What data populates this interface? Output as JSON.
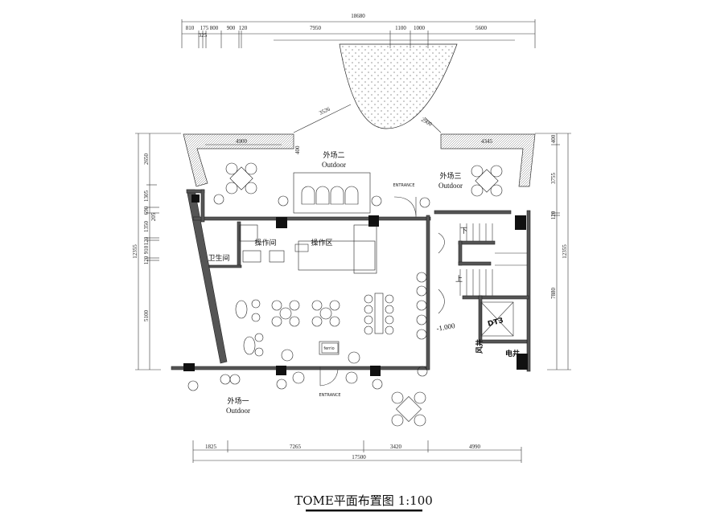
{
  "drawing": {
    "title": "TOME平面布置图 1:100",
    "top_dimensions": {
      "total": "18680",
      "segments": [
        "810",
        "175",
        "325",
        "800",
        "900",
        "120",
        "7950",
        "1100",
        "1000",
        "5600"
      ]
    },
    "left_dimensions": {
      "total": "12355",
      "segments": [
        "2650",
        "1305",
        "690",
        "205",
        "1350",
        "120",
        "910",
        "120",
        "5100"
      ]
    },
    "right_dimensions": {
      "total": "12355",
      "segments": [
        "400",
        "3755",
        "120",
        "7880"
      ]
    },
    "bottom_dimensions": {
      "total": "17500",
      "segments": [
        "1825",
        "7265",
        "3420",
        "4990"
      ]
    },
    "radial_dimensions": [
      "3526",
      "2900"
    ],
    "planter_dimensions": [
      "4900",
      "4345",
      "400"
    ],
    "zones": {
      "outdoor_2": {
        "cn": "外场二",
        "en": "Outdoor"
      },
      "outdoor_3": {
        "cn": "外场三",
        "en": "Outdoor"
      },
      "outdoor_1": {
        "cn": "外场一",
        "en": "Outdoor"
      },
      "operation_room": "操作间",
      "operation_area": "操作区",
      "restroom": "卫生间",
      "elevator": "DT3",
      "electrical_shaft": "电井",
      "stair_down": "下",
      "stair_up": "上",
      "level": "-1.000",
      "fire_shaft": "风井"
    },
    "entrance_labels": [
      "ENTRANCE",
      "ENTRANCE"
    ],
    "logo_text": "ferrio cafe",
    "colors": {
      "wall": "#555555",
      "column": "#111111",
      "line": "#333333"
    }
  }
}
